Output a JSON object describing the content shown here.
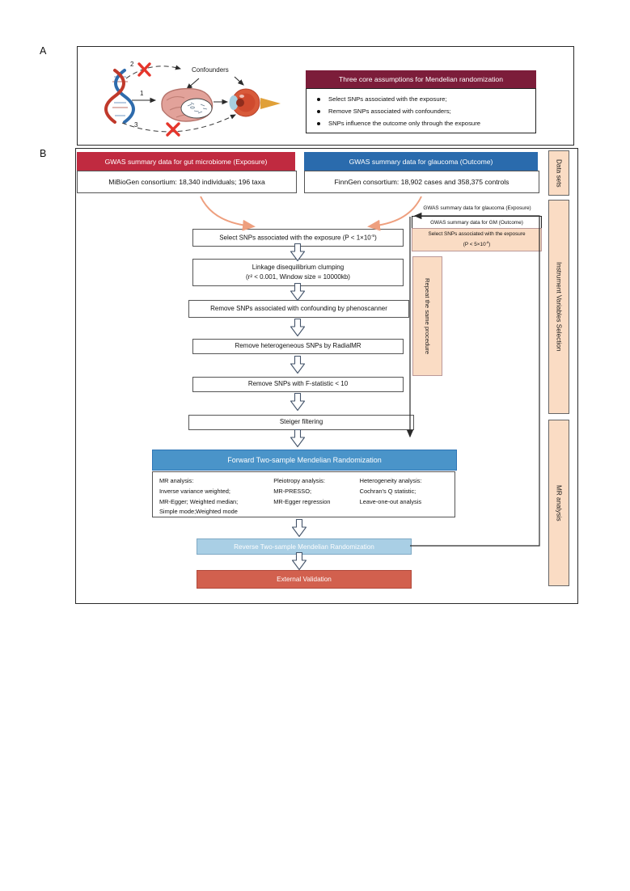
{
  "panelA": {
    "label": "A",
    "diagram": {
      "confounders": "Confounders",
      "num1": "1",
      "num2": "2",
      "num3": "3"
    },
    "assumptions": {
      "title": "Three core assumptions for Mendelian randomization",
      "items": [
        "Select SNPs associated with the exposure;",
        "Remove SNPs associated with confounders;",
        "SNPs influence the outcome only through the exposure"
      ]
    }
  },
  "panelB": {
    "label": "B",
    "exposure_header": "GWAS summary data for gut microbiome (Exposure)",
    "exposure_detail": "MiBioGen consortium: 18,340 individuals; 196 taxa",
    "outcome_header": "GWAS summary data for glaucoma (Outcome)",
    "outcome_detail": "FinnGen consortium: 18,902 cases and 358,375 controls",
    "steps": {
      "select_pre": "Select SNPs associated with the exposure (P < 1×10",
      "select_sup": "-5",
      "select_post": ")",
      "linkage_line1": "Linkage disequilibrium clumping",
      "linkage_line2": "(r² < 0.001, Window size = 10000kb)",
      "phenoscanner": "Remove SNPs associated with confounding by phenoscanner",
      "radialmr": "Remove heterogeneous SNPs by RadialMR",
      "fstat": "Remove SNPs with F-statistic < 10",
      "steiger": "Steiger filtering"
    },
    "reverse_setup": {
      "exposure_label": "GWAS summary data for glaucoma (Exposure)",
      "outcome_box": "GWAS summary data for GM (Outcome)",
      "select_line1": "Select SNPs associated with the exposure",
      "select_p_pre": "(P < 5×10",
      "select_p_sup": "-8",
      "select_p_post": ")",
      "repeat_label": "Repeat the same procedure"
    },
    "forward": {
      "title": "Forward Two-sample Mendelian Randomization",
      "col1": [
        "MR analysis:",
        "Inverse variance weighted;",
        "MR-Egger; Weighted median;",
        "Simple mode;Weighted mode"
      ],
      "col2": [
        "Pleiotropy analysis:",
        "MR-PRESSO;",
        "MR-Egger regression"
      ],
      "col3": [
        "Heterogeneity analysis:",
        "Cochran's Q statistic;",
        "Leave-one-out analysis"
      ]
    },
    "reverse_title": "Reverse Two-sample Mendelian Randomization",
    "external_title": "External Validation",
    "sidebar": [
      "Data sets",
      "Instrument Variables Selection",
      "MR analysis"
    ]
  },
  "colors": {
    "maroon": "#7c1d3a",
    "gwas_red": "#c02a40",
    "gwas_blue": "#2a6bad",
    "forward_blue": "#4a94c9",
    "reverse_blue": "#a9cfe5",
    "external_red": "#d2604e",
    "peach": "#fadcc4",
    "arrow_salmon": "#ee9f7e"
  }
}
